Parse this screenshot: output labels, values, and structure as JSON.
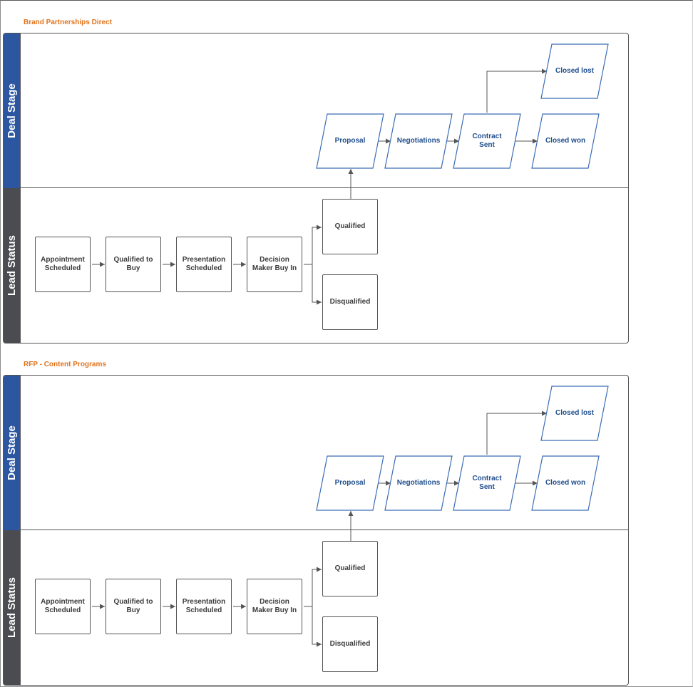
{
  "sections": [
    {
      "title": "Brand Partnerships Direct",
      "deal_stage_label": "Deal Stage",
      "lead_status_label": "Lead Status",
      "lead_steps": [
        "Appointment\nScheduled",
        "Qualified to\nBuy",
        "Presentation\nScheduled",
        "Decision\nMaker Buy In"
      ],
      "lead_outcomes": {
        "qualified": "Qualified",
        "disqualified": "Disqualified"
      },
      "deal_steps": [
        "Proposal",
        "Negotiations",
        "Contract\nSent",
        "Closed won"
      ],
      "deal_lost": "Closed lost"
    },
    {
      "title": "RFP - Content Programs",
      "deal_stage_label": "Deal Stage",
      "lead_status_label": "Lead Status",
      "lead_steps": [
        "Appointment\nScheduled",
        "Qualified to\nBuy",
        "Presentation\nScheduled",
        "Decision\nMaker Buy In"
      ],
      "lead_outcomes": {
        "qualified": "Qualified",
        "disqualified": "Disqualified"
      },
      "deal_steps": [
        "Proposal",
        "Negotiations",
        "Contract\nSent",
        "Closed won"
      ],
      "deal_lost": "Closed lost"
    }
  ],
  "colors": {
    "section_title": "#e0741f",
    "deal_lane": "#2c56a0",
    "lead_lane": "#4a4c51",
    "deal_text": "#1e4d8c",
    "deal_border": "#3a6cb5"
  }
}
